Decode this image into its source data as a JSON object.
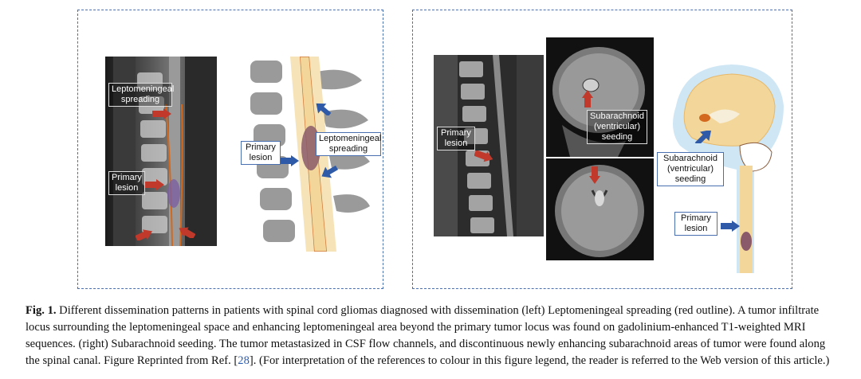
{
  "left_panel": {
    "labels": {
      "leptomeningeal_mri": "Leptomeningeal spreading",
      "primary_lesion_mri": "Primary lesion",
      "primary_lesion_diagram": "Primary lesion",
      "leptomeningeal_diagram": "Leptomeningeal spreading"
    }
  },
  "right_panel": {
    "labels": {
      "primary_lesion_mri": "Primary lesion",
      "subarachnoid_mri": "Subarachnoid (ventricular) seeding",
      "subarachnoid_diagram": "Subarachnoid (ventricular) seeding",
      "primary_lesion_diagram": "Primary lesion"
    }
  },
  "caption": {
    "fig_label": "Fig. 1.",
    "text_before_ref": "Different dissemination patterns in patients with spinal cord gliomas diagnosed with dissemination (left) Leptomeningeal spreading (red outline). A tumor infiltrate locus surrounding the leptomeningeal space and enhancing leptomeningeal area beyond the primary tumor locus was found on gadolinium-enhanced T1-weighted MRI sequences. (right) Subarachnoid seeding. The tumor metastasized in CSF flow channels, and discontinuous newly enhancing subarachnoid areas of tumor were found along the spinal canal. Figure Reprinted from Ref. [",
    "ref": "28",
    "text_after_ref": "]. (For interpretation of the references to colour in this figure legend, the reader is referred to the Web version of this article.)"
  },
  "colors": {
    "panel_border": "#4a6fb0",
    "arrow_red": "#c0392b",
    "arrow_blue": "#2e5aa8",
    "csf_blue": "#cfe6f5",
    "cord_yellow": "#f3d79a"
  }
}
